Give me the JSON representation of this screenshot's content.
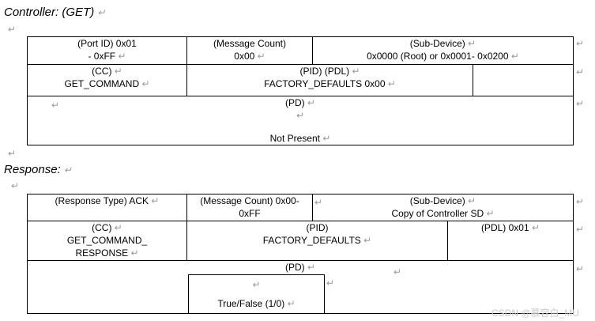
{
  "mark": "↵",
  "controller": {
    "title": "Controller: (GET)",
    "port_id_l1": "(Port ID) 0x01",
    "port_id_l2": "- 0xFF",
    "msg_count_l1": "(Message Count)",
    "msg_count_l2": "0x00",
    "subdev_l1": "(Sub-Device)",
    "subdev_l2": "0x0000 (Root) or 0x0001- 0x0200",
    "cc_l1": "(CC)",
    "cc_l2": "GET_COMMAND",
    "pid_l1": "(PID) (PDL)",
    "pid_l2": "FACTORY_DEFAULTS 0x00",
    "pd_l1": "(PD)",
    "pd_l3": "Not Present"
  },
  "response": {
    "title": "Response:",
    "resp_type": "(Response Type) ACK",
    "msg_count_l1": "(Message Count) 0x00-",
    "msg_count_l2": "0xFF",
    "subdev_l1": "(Sub-Device)",
    "subdev_l2": "Copy of Controller SD",
    "cc_l1": "(CC)",
    "cc_l2": "GET_COMMAND_",
    "cc_l3": "RESPONSE",
    "pid_l1": "(PID)",
    "pid_l2": "FACTORY_DEFAULTS",
    "pdl": "(PDL) 0x01",
    "pd": "(PD)",
    "pd_value": "True/False (1/0)"
  },
  "watermark": "CSDN @慕容白_MU"
}
